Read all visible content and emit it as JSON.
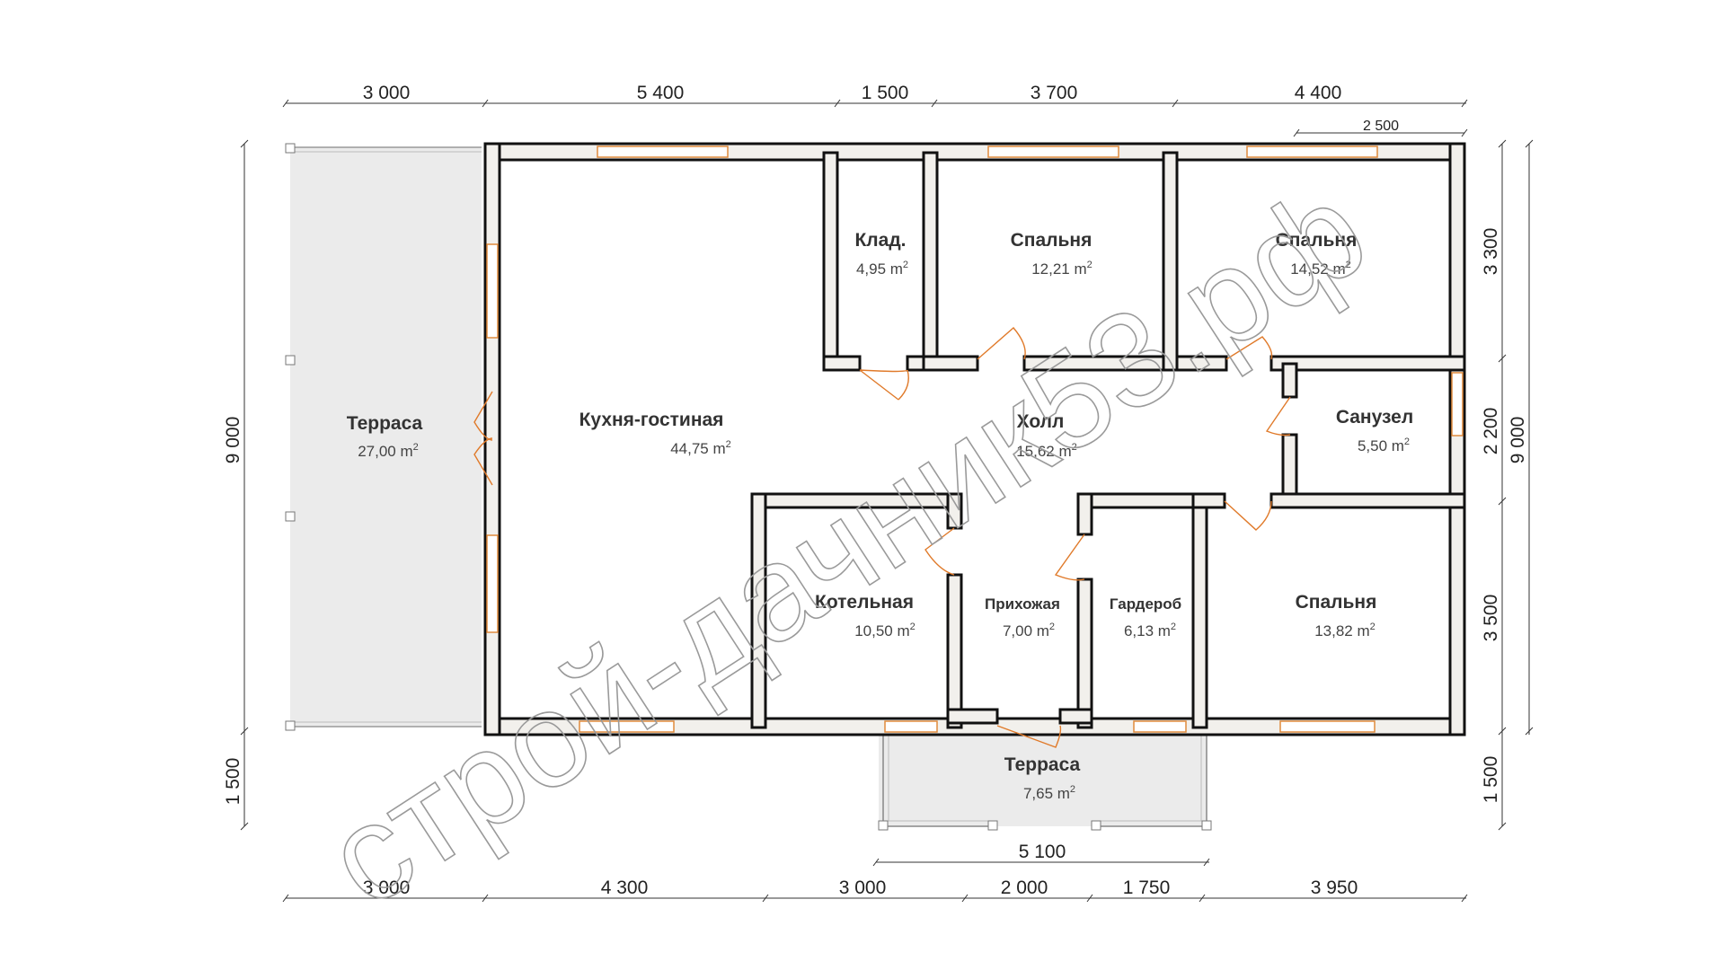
{
  "rooms": {
    "terrace_main": {
      "name": "Терраса",
      "area": "27,00 m",
      "unit_sup": "2"
    },
    "kitchen_living": {
      "name": "Кухня-гостиная",
      "area": "44,75 m",
      "unit_sup": "2"
    },
    "storage": {
      "name": "Клад.",
      "area": "4,95 m",
      "unit_sup": "2"
    },
    "bedroom_1": {
      "name": "Спальня",
      "area": "12,21 m",
      "unit_sup": "2"
    },
    "bedroom_2": {
      "name": "Спальня",
      "area": "14,52 m",
      "unit_sup": "2"
    },
    "hall": {
      "name": "Холл",
      "area": "15,62 m",
      "unit_sup": "2"
    },
    "bathroom": {
      "name": "Санузел",
      "area": "5,50 m",
      "unit_sup": "2"
    },
    "boiler_room": {
      "name": "Котельная",
      "area": "10,50 m",
      "unit_sup": "2"
    },
    "entrance": {
      "name": "Прихожая",
      "area": "7,00 m",
      "unit_sup": "2"
    },
    "wardrobe": {
      "name": "Гардероб",
      "area": "6,13 m",
      "unit_sup": "2"
    },
    "bedroom_3": {
      "name": "Спальня",
      "area": "13,82 m",
      "unit_sup": "2"
    },
    "terrace_entry": {
      "name": "Терраса",
      "area": "7,65 m",
      "unit_sup": "2"
    }
  },
  "dimensions": {
    "top": [
      "3 000",
      "5 400",
      "1 500",
      "3 700",
      "4 400"
    ],
    "top_window": "2 500",
    "bottom": [
      "3 000",
      "4 300",
      "3 000",
      "2 000",
      "1 750",
      "3 950"
    ],
    "terrace_width": "5 100",
    "left_total": "9 000",
    "left_terrace": "1 500",
    "right_segments": [
      "3 300",
      "2 200",
      "3 500"
    ],
    "right_terrace": "1 500",
    "right_total": "9 000"
  },
  "watermark": "строй-дачник53.рф",
  "colors": {
    "wall_fill": "#f2f0ec",
    "wall_stroke": "#111111",
    "terrace_fill": "#ebebeb",
    "window_frame": "#e08a3c",
    "door_arc": "#e07a2a",
    "watermark": "#9a9a9a"
  }
}
